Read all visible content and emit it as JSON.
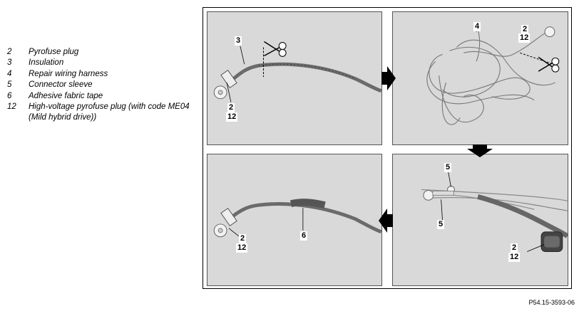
{
  "legend": [
    {
      "num": "2",
      "text": "Pyrofuse plug"
    },
    {
      "num": "3",
      "text": "Insulation"
    },
    {
      "num": "4",
      "text": "Repair wiring harness"
    },
    {
      "num": "5",
      "text": "Connector sleeve"
    },
    {
      "num": "6",
      "text": "Adhesive fabric tape"
    },
    {
      "num": "12",
      "text": "High-voltage pyrofuse plug (with code ME04 (Mild hybrid drive))"
    }
  ],
  "panels": {
    "top_left": {
      "callouts": [
        "3",
        "2",
        "12"
      ]
    },
    "top_right": {
      "callouts": [
        "4",
        "2",
        "12"
      ]
    },
    "bottom_left": {
      "callouts": [
        "2",
        "12",
        "6"
      ]
    },
    "bottom_right": {
      "callouts": [
        "5",
        "5",
        "2",
        "12"
      ]
    }
  },
  "figure_id": "P54.15-3593-06",
  "colors": {
    "panel_bg": "#d9d9d9",
    "arrow": "#000000",
    "harness": "#6b6b6b"
  }
}
